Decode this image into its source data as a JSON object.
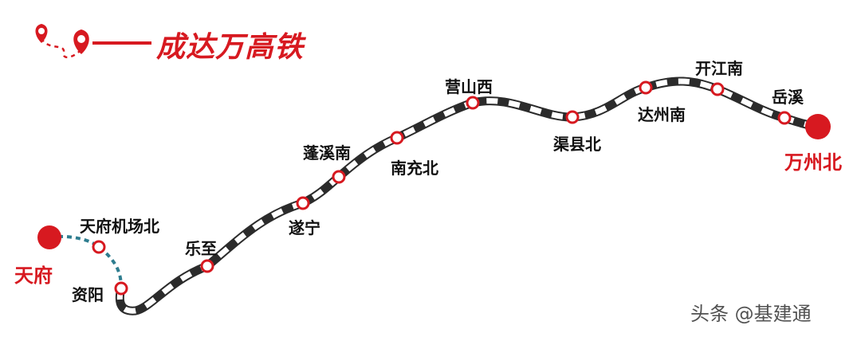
{
  "title": {
    "text": "成达万高铁",
    "color": "#d71920"
  },
  "colors": {
    "accent": "#d71920",
    "track_dark": "#2b2b2b",
    "track_light": "#ffffff",
    "connector": "#2e7d8f"
  },
  "icons": [
    "map-pin-icon",
    "map-pin-icon"
  ],
  "terminals": {
    "start": "天府",
    "end": "万州北"
  },
  "stations": [
    "天府机场北",
    "资阳",
    "乐至",
    "遂宁",
    "蓬溪南",
    "南充北",
    "营山西",
    "渠县北",
    "达州南",
    "开江南",
    "岳溪"
  ],
  "watermark": "头条 @基建通"
}
